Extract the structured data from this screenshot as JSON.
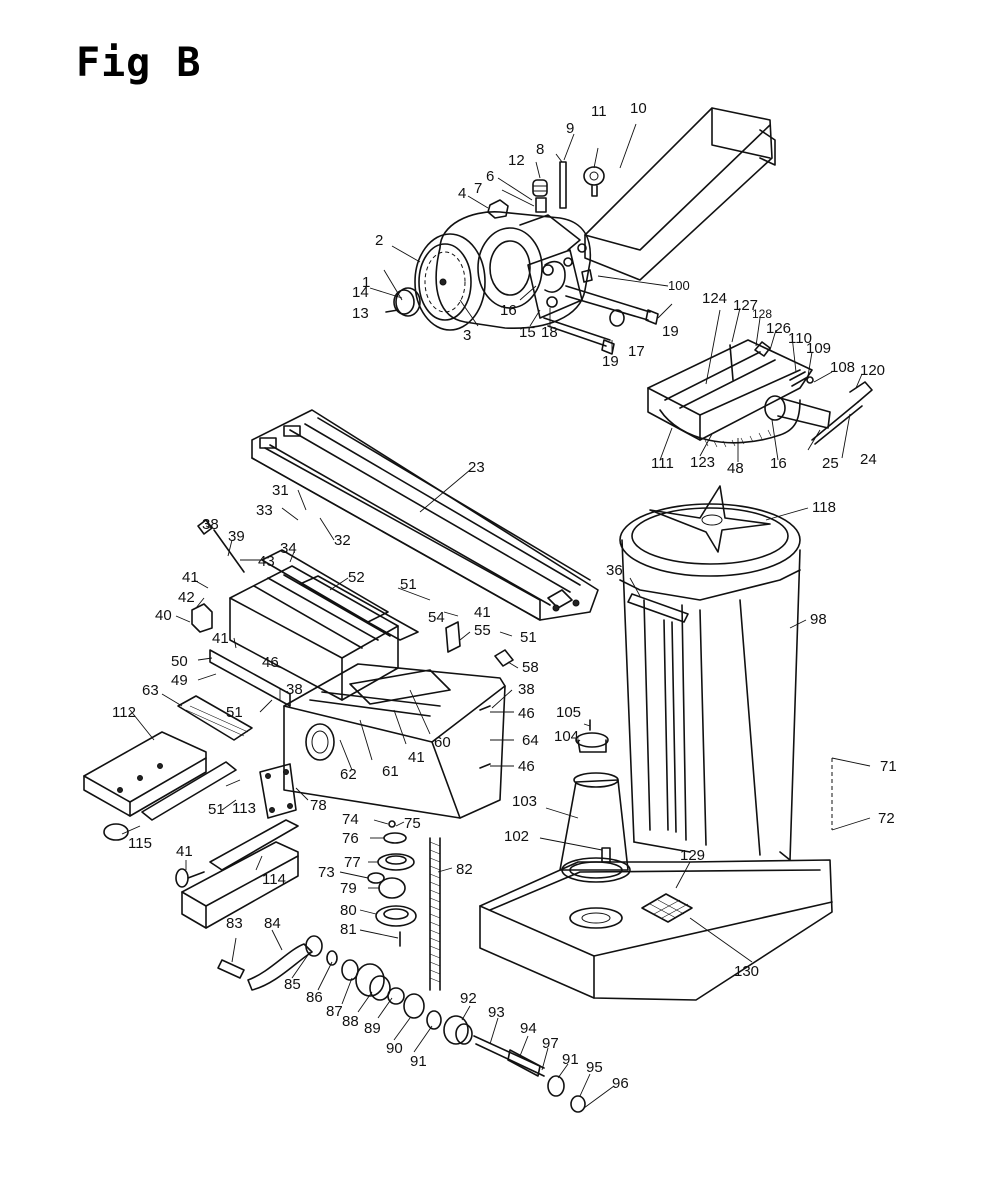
{
  "figure": {
    "title": "Fig B",
    "callouts": [
      "1",
      "2",
      "3",
      "4",
      "6",
      "7",
      "8",
      "9",
      "10",
      "11",
      "12",
      "13",
      "14",
      "15",
      "16",
      "17",
      "18",
      "19",
      "23",
      "24",
      "25",
      "31",
      "32",
      "33",
      "34",
      "36",
      "38",
      "39",
      "40",
      "41",
      "42",
      "43",
      "46",
      "48",
      "49",
      "50",
      "51",
      "52",
      "54",
      "55",
      "58",
      "60",
      "61",
      "62",
      "63",
      "64",
      "71",
      "72",
      "73",
      "74",
      "75",
      "76",
      "77",
      "78",
      "79",
      "80",
      "81",
      "82",
      "83",
      "84",
      "85",
      "86",
      "87",
      "88",
      "89",
      "90",
      "91",
      "92",
      "93",
      "94",
      "95",
      "96",
      "97",
      "98",
      "100",
      "102",
      "103",
      "104",
      "105",
      "108",
      "109",
      "110",
      "111",
      "112",
      "113",
      "114",
      "115",
      "118",
      "120",
      "123",
      "124",
      "126",
      "127",
      "128",
      "129",
      "130"
    ]
  }
}
